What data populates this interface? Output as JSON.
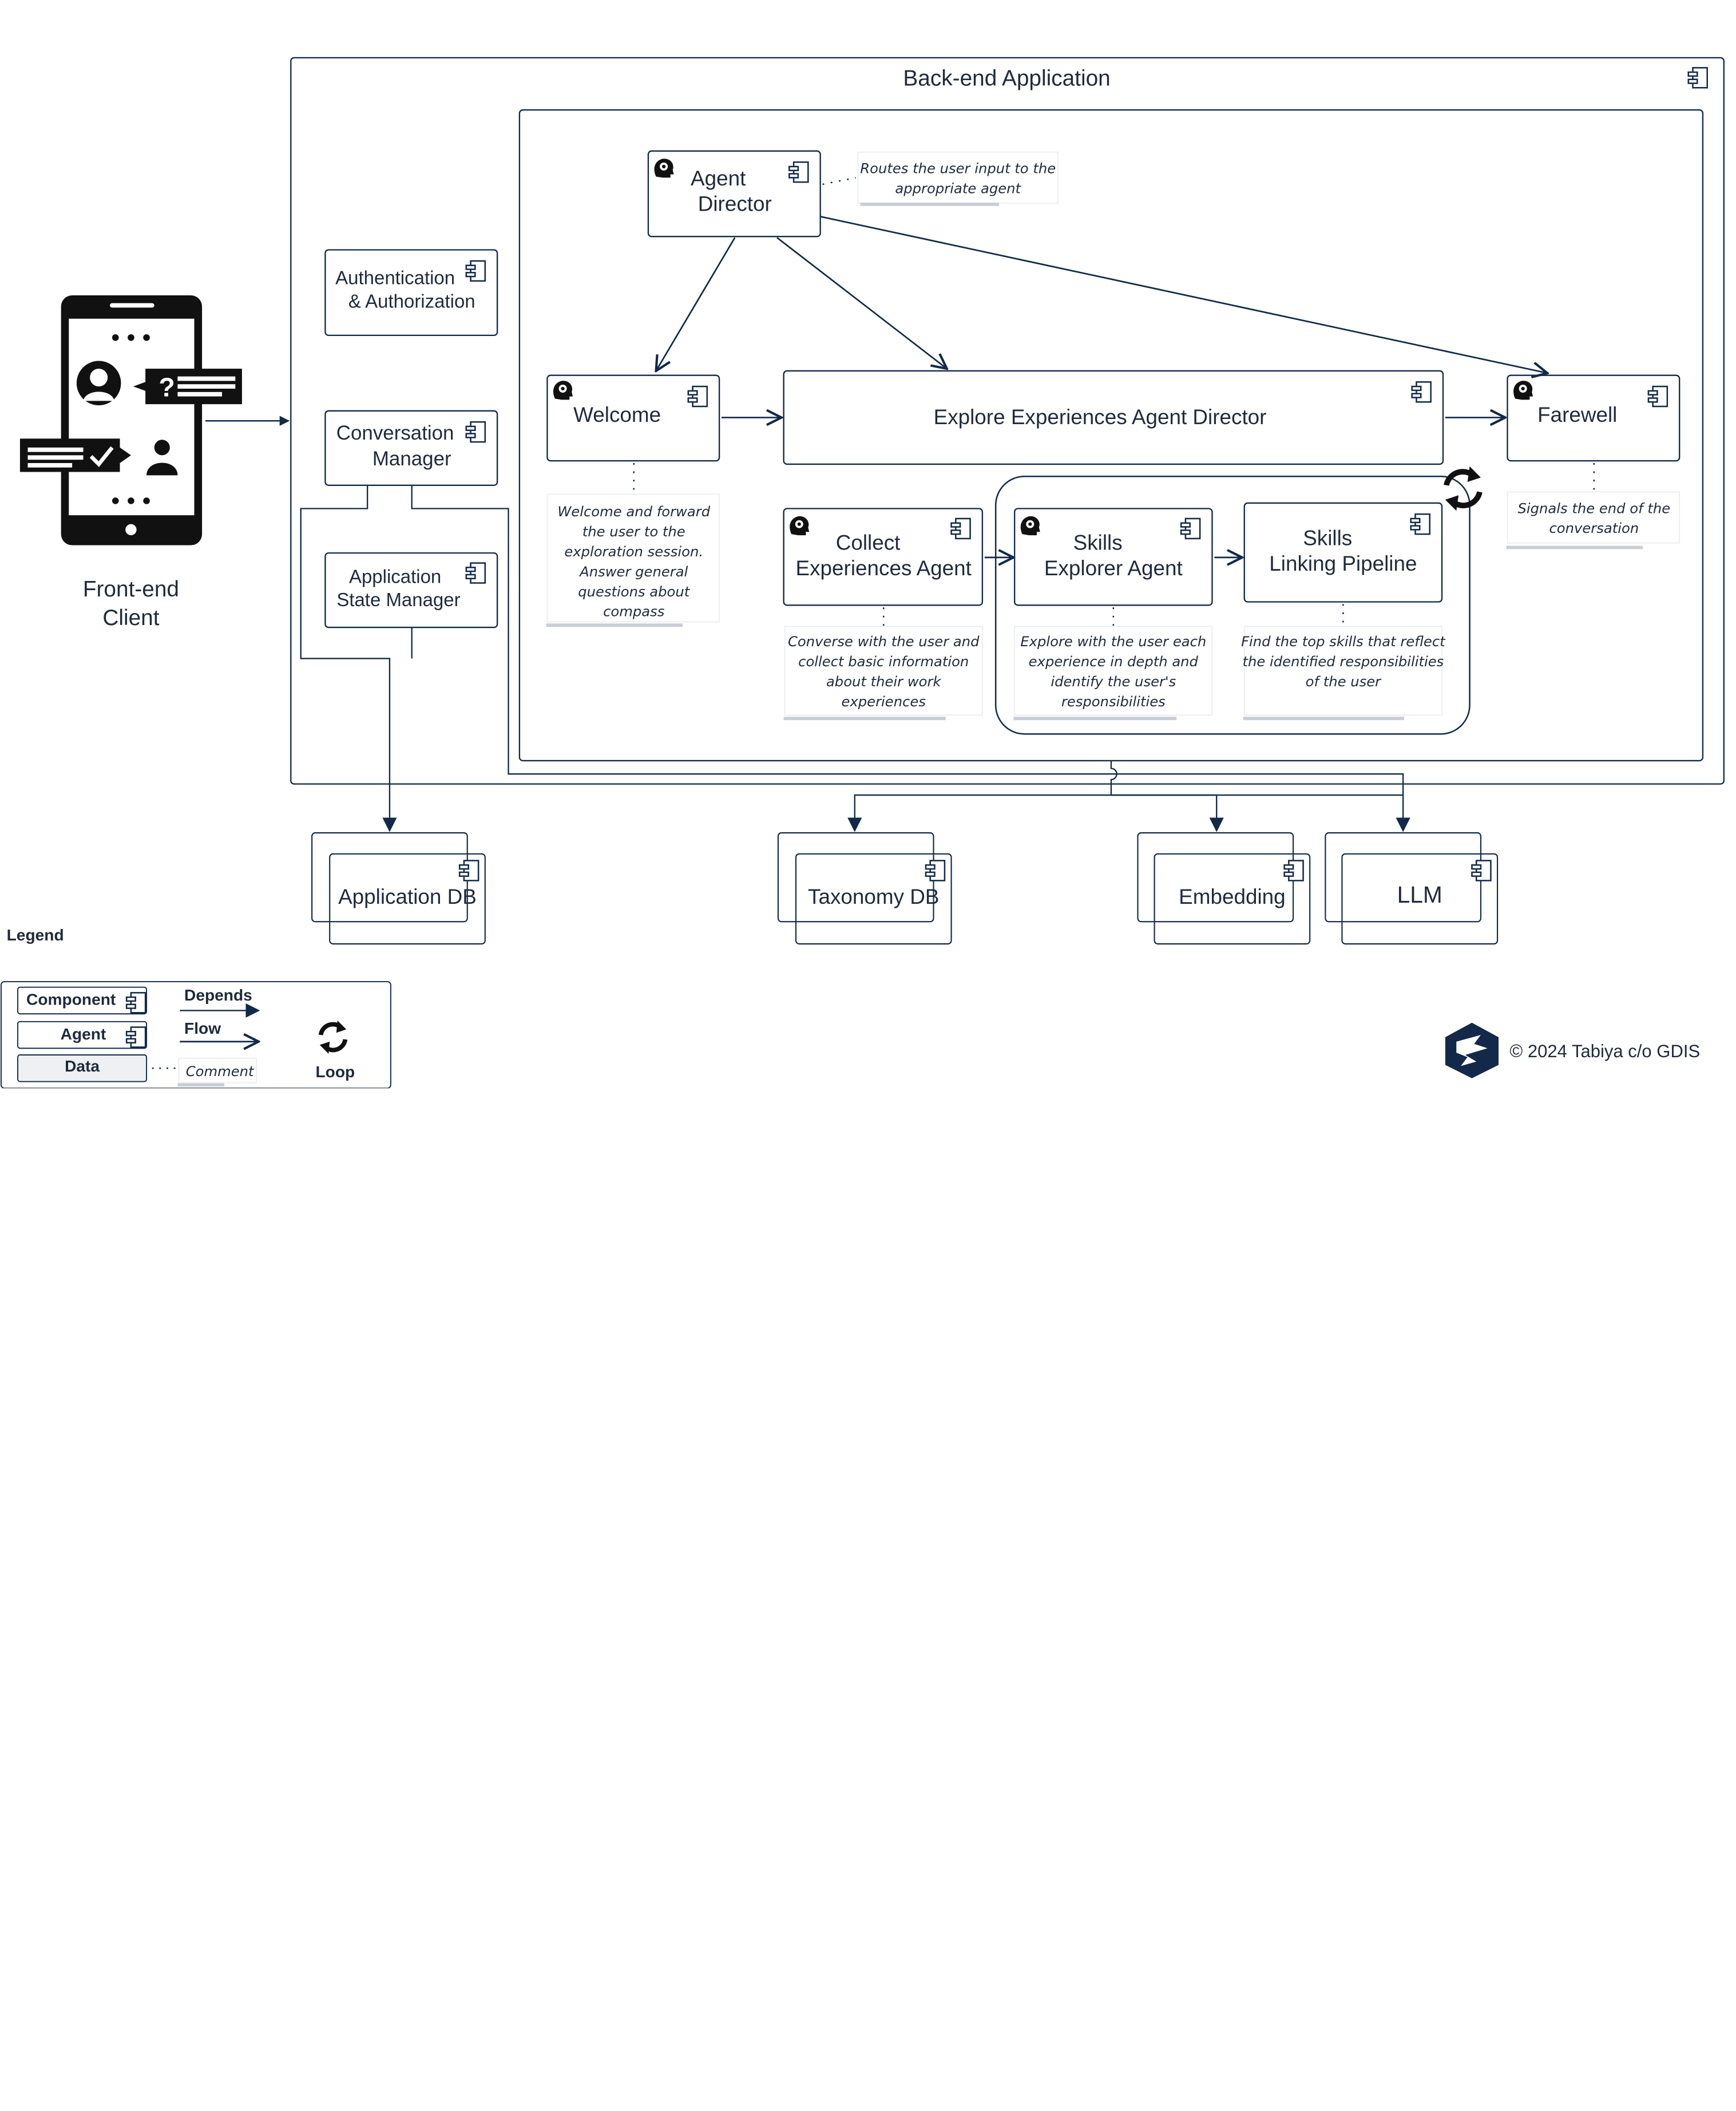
{
  "frontend": {
    "label_line1": "Front-end",
    "label_line2": "Client"
  },
  "backend": {
    "title": "Back-end Application"
  },
  "components": {
    "auth": {
      "line1": "Authentication",
      "line2": "& Authorization"
    },
    "conversation_manager": {
      "line1": "Conversation",
      "line2": "Manager"
    },
    "app_state_manager": {
      "line1": "Application",
      "line2": "State Manager"
    },
    "explore_director": {
      "label": "Explore Experiences Agent Director"
    },
    "skills_pipeline": {
      "line1": "Skills",
      "line2": "Linking Pipeline"
    }
  },
  "agents": {
    "agent_director": {
      "line1": "Agent",
      "line2": "Director"
    },
    "welcome": {
      "label": "Welcome"
    },
    "farewell": {
      "label": "Farewell"
    },
    "collect": {
      "line1": "Collect",
      "line2": "Experiences Agent"
    },
    "skills_explorer": {
      "line1": "Skills",
      "line2": "Explorer Agent"
    }
  },
  "comments": {
    "agent_director": [
      "Routes the user input to the",
      "appropriate agent"
    ],
    "welcome": [
      "Welcome and forward",
      "the user to the",
      "exploration session.",
      "Answer  general",
      "questions about",
      "compass"
    ],
    "farewell": [
      "Signals the end of the",
      "conversation"
    ],
    "collect": [
      "Converse with the user and",
      "collect basic information",
      "about their work",
      "experiences"
    ],
    "skills_explorer": [
      "Explore with the user each",
      "experience in depth and",
      "identify the user's",
      "responsibilities"
    ],
    "skills_pipeline": [
      "Find the top skills that reflect",
      "the identified responsibilities",
      "of the user"
    ]
  },
  "data_stores": {
    "application_db": "Application DB",
    "taxonomy_db": "Taxonomy DB",
    "embedding": "Embedding",
    "llm": "LLM"
  },
  "legend": {
    "title": "Legend",
    "component": "Component",
    "agent": "Agent",
    "data": "Data",
    "depends": "Depends",
    "flow": "Flow",
    "comment": "Comment",
    "loop": "Loop"
  },
  "footer": {
    "copyright": "© 2024 Tabiya c/o GDIS"
  },
  "colors": {
    "ink": "#12294a",
    "text": "#1f2b3d",
    "shadow": "#c9ced6"
  },
  "icons": [
    "component-icon",
    "agent-gear-icon",
    "loop-icon",
    "phone-icon",
    "tabiya-logo-icon"
  ]
}
